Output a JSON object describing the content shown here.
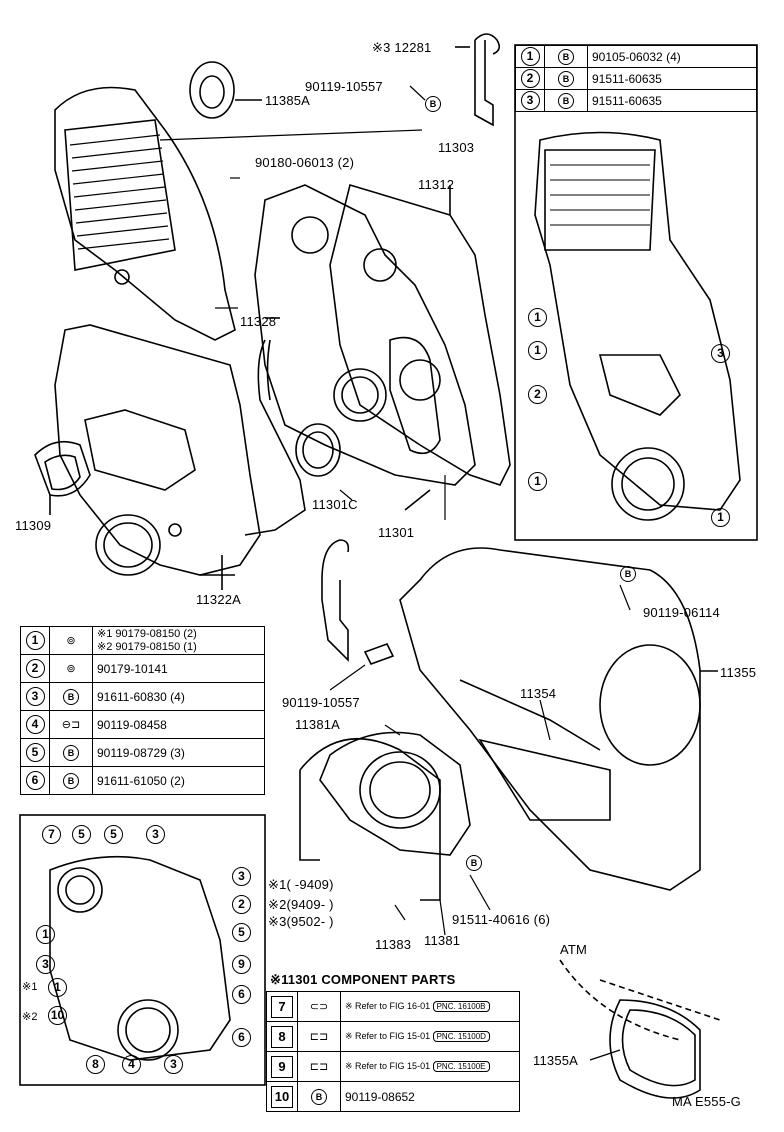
{
  "labels": {
    "p312281": "※3 12281",
    "p90119_10557_top": "90119-10557",
    "p11385A": "11385A",
    "p11303": "11303",
    "p90180": "90180-06013 (2)",
    "p11312": "11312",
    "p11328": "11328",
    "p11301C": "11301C",
    "p11301": "11301",
    "p11309": "11309",
    "p11322A": "11322A",
    "p90119_06114": "90119-06114",
    "p11355": "11355",
    "p11354": "11354",
    "p90119_10557_mid": "90119-10557",
    "p11381A": "11381A",
    "p91511_40616": "91511-40616 (6)",
    "p11383": "11383",
    "p11381": "11381",
    "atm": "ATM",
    "p11355A": "11355A",
    "footer": "MA  E555-G",
    "b_marker": "B",
    "star_range_1": "※1(      -9409)",
    "star_range_2": "※2(9409-        )",
    "star_range_3": "※3(9502-        )"
  },
  "table_top_right": [
    {
      "num": "1",
      "icon": "B",
      "part": "90105-06032 (4)"
    },
    {
      "num": "2",
      "icon": "B",
      "part": "91511-60635"
    },
    {
      "num": "3",
      "icon": "B",
      "part": "91511-60635"
    }
  ],
  "table_left": [
    {
      "num": "1",
      "icon": "⊚",
      "part": "※1 90179-08150 (2)",
      "part2": "※2 90179-08150 (1)"
    },
    {
      "num": "2",
      "icon": "⊚",
      "part": "90179-10141"
    },
    {
      "num": "3",
      "icon": "B",
      "part": "91611-60830 (4)"
    },
    {
      "num": "4",
      "icon": "⊖⊐",
      "part": "90119-08458"
    },
    {
      "num": "5",
      "icon": "B",
      "part": "90119-08729 (3)"
    },
    {
      "num": "6",
      "icon": "B",
      "part": "91611-61050 (2)"
    }
  ],
  "component_table": {
    "title": "※11301 COMPONENT PARTS",
    "rows": [
      {
        "num": "7",
        "icon": "⊂⊃",
        "ref": "※ Refer to FIG 16-01",
        "pnc": "PNC. 16100B"
      },
      {
        "num": "8",
        "icon": "⊏⊐",
        "ref": "※ Refer to FIG 15-01",
        "pnc": "PNC. 15100D"
      },
      {
        "num": "9",
        "icon": "⊏⊐",
        "ref": "※ Refer to FIG 15-01",
        "pnc": "PNC. 15100E"
      },
      {
        "num": "10",
        "icon": "B",
        "ref": "90119-08652",
        "pnc": ""
      }
    ]
  },
  "callouts_right_detail": [
    "1",
    "1",
    "2",
    "1",
    "1",
    "3"
  ],
  "callouts_bottom_left": [
    "7",
    "5",
    "5",
    "3",
    "3",
    "2",
    "5",
    "1",
    "3",
    "9",
    "6",
    "6",
    "8",
    "4",
    "3",
    "※1",
    "※2"
  ],
  "callouts_bottom_left_boxed": [
    "1",
    "10"
  ]
}
